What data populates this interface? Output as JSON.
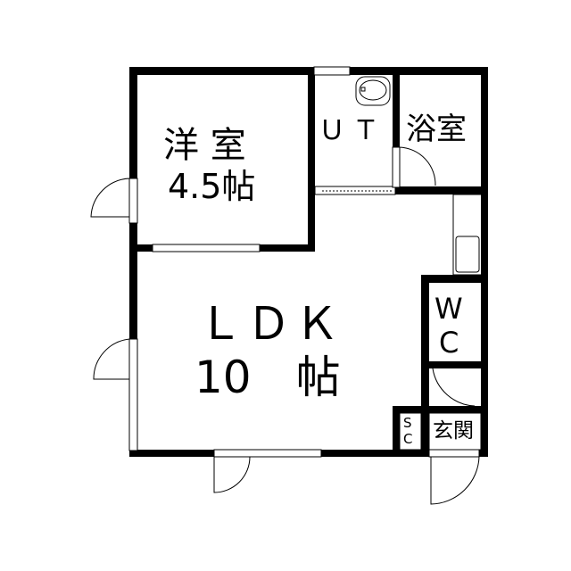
{
  "rooms": {
    "western_room": {
      "name": "洋 室",
      "size": "4.5帖"
    },
    "ldk": {
      "name": "ＬＤＫ",
      "size": "10　帖"
    },
    "utility": {
      "name": "ＵＴ"
    },
    "bathroom": {
      "name": "浴室"
    },
    "toilet": {
      "line1": "W",
      "line2": "C"
    },
    "storage": {
      "line1": "S",
      "line2": "C"
    },
    "entrance": {
      "name": "玄関"
    }
  },
  "colors": {
    "wall": "#000000",
    "background": "#ffffff"
  }
}
